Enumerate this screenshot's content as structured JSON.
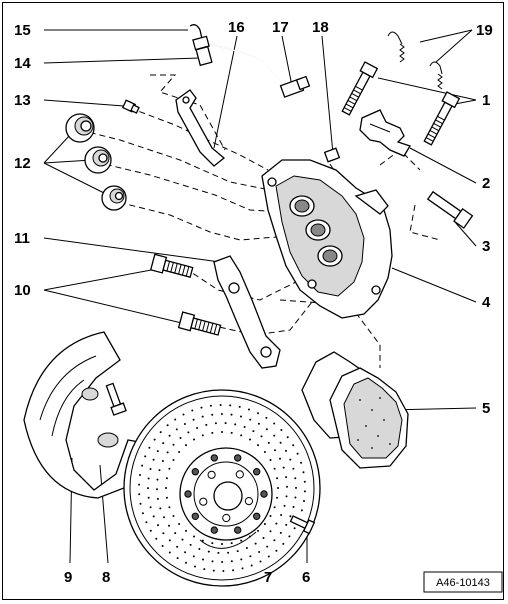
{
  "diagram": {
    "callouts": [
      {
        "id": "c15",
        "text": "15"
      },
      {
        "id": "c14",
        "text": "14"
      },
      {
        "id": "c13",
        "text": "13"
      },
      {
        "id": "c12",
        "text": "12"
      },
      {
        "id": "c11",
        "text": "11"
      },
      {
        "id": "c10",
        "text": "10"
      },
      {
        "id": "c16",
        "text": "16"
      },
      {
        "id": "c17",
        "text": "17"
      },
      {
        "id": "c18",
        "text": "18"
      },
      {
        "id": "c19",
        "text": "19"
      },
      {
        "id": "c1",
        "text": "1"
      },
      {
        "id": "c2",
        "text": "2"
      },
      {
        "id": "c3",
        "text": "3"
      },
      {
        "id": "c4",
        "text": "4"
      },
      {
        "id": "c5",
        "text": "5"
      },
      {
        "id": "c6",
        "text": "6"
      },
      {
        "id": "c7",
        "text": "7"
      },
      {
        "id": "c8",
        "text": "8"
      },
      {
        "id": "c9",
        "text": "9"
      }
    ],
    "figure_ref": "A46-10143"
  }
}
